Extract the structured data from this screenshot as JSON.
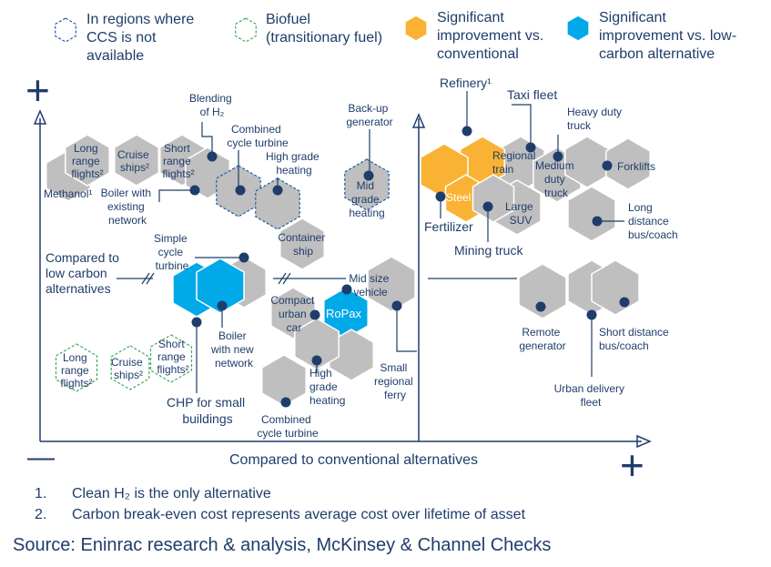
{
  "legend": {
    "ccs": "In regions where CCS is not available",
    "ccs_lines": [
      "In regions where",
      "CCS is not",
      "available"
    ],
    "biofuel_lines": [
      "Biofuel",
      "(transitionary fuel)"
    ],
    "sig_conv_lines": [
      "Significant",
      "improvement vs.",
      "conventional"
    ],
    "sig_low_lines": [
      "Significant",
      "improvement vs. low-",
      "carbon alternative"
    ],
    "colors": {
      "grey": "#bfbfbf",
      "orange": "#f9b234",
      "blue": "#00a9e8",
      "ccs_outline": "#1f5ea8",
      "biofuel_outline": "#3caa5a",
      "text": "#1f3d6b"
    }
  },
  "axes": {
    "x_title": "Compared to conventional alternatives",
    "y_title_lines": [
      "Compared to",
      "low carbon",
      "alternatives"
    ],
    "plus_symbol": "+",
    "minus_symbol": "—"
  },
  "items": {
    "long_range_flights": [
      "Long",
      "range",
      "flights²"
    ],
    "methanol": "Methanol¹",
    "cruise_ships": [
      "Cruise",
      "ships²"
    ],
    "short_range_flights": [
      "Short",
      "range",
      "flights²"
    ],
    "blending_h2": [
      "Blending",
      "of H₂"
    ],
    "combined_cycle_turbine_top": [
      "Combined",
      "cycle turbine"
    ],
    "boiler_existing": [
      "Boiler with",
      "existing",
      "network"
    ],
    "high_grade_heating_top": [
      "High  grade",
      "heating"
    ],
    "backup_generator": [
      "Back-up",
      "generator"
    ],
    "mid_grade_heating": [
      "Mid",
      "grade",
      "heating"
    ],
    "container_ship": [
      "Container",
      "ship"
    ],
    "refinery": "Refinery¹",
    "taxi_fleet": "Taxi fleet",
    "heavy_duty_truck": [
      "Heavy duty",
      "truck"
    ],
    "regional_train": [
      "Regional",
      "train"
    ],
    "medium_duty_truck": [
      "Medium",
      "duty",
      "truck"
    ],
    "forklifts": "Forklifts",
    "steel": "Steel",
    "large_suv": [
      "Large",
      "SUV"
    ],
    "fertilizer": "Fertilizer",
    "mining_truck": "Mining truck",
    "long_distance_bus": [
      "Long",
      "distance",
      "bus/coach"
    ],
    "simple_cycle_turbine": [
      "Simple",
      "cycle",
      "turbine"
    ],
    "boiler_new": [
      "Boiler",
      "with new",
      "network"
    ],
    "mid_size_vehicle": [
      "Mid size",
      "vehicle"
    ],
    "compact_urban_car": [
      "Compact",
      "urban",
      "car"
    ],
    "ropax": "RoPax",
    "high_grade_heating_bottom": [
      "High",
      "grade",
      "heating"
    ],
    "small_regional_ferry": [
      "Small",
      "regional",
      "ferry"
    ],
    "combined_cycle_turbine_bottom": [
      "Combined",
      "cycle turbine"
    ],
    "chp_small_buildings": [
      "CHP for small",
      "buildings"
    ],
    "long_range_flights_bio": [
      "Long",
      "range",
      "flights²"
    ],
    "cruise_ships_bio": [
      "Cruise",
      "ships²"
    ],
    "short_range_flights_bio": [
      "Short",
      "range",
      "flights²"
    ],
    "remote_generator": [
      "Remote",
      "generator"
    ],
    "short_distance_bus": [
      "Short distance",
      "bus/coach"
    ],
    "urban_delivery_fleet": [
      "Urban delivery",
      "fleet"
    ]
  },
  "footnotes": [
    {
      "num": "1.",
      "text": "Clean H₂ is the only alternative"
    },
    {
      "num": "2.",
      "text": "Carbon break-even cost represents average cost over lifetime of asset"
    }
  ],
  "source": "Source: Eninrac research & analysis, McKinsey & Channel Checks"
}
